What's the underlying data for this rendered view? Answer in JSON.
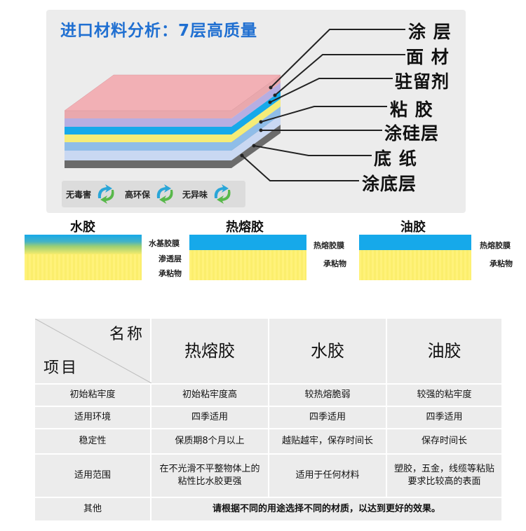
{
  "title": "进口材料分析：7层高质量",
  "layers": [
    "涂 层",
    "面 材",
    "驻留剂",
    "粘 胶",
    "涂硅层",
    "底 纸",
    "涂底层"
  ],
  "eco_tags": [
    "无毒害",
    "高环保",
    "无异味"
  ],
  "glues": [
    {
      "name": "水胶",
      "labels": [
        "水基胶膜",
        "渗透层",
        "承粘物"
      ]
    },
    {
      "name": "热熔胶",
      "labels": [
        "热熔胶膜",
        "承粘物"
      ]
    },
    {
      "name": "油胶",
      "labels": [
        "热熔胶膜",
        "承粘物"
      ]
    }
  ],
  "table": {
    "corner_top": "名称",
    "corner_bottom": "项目",
    "headers": [
      "热熔胶",
      "水胶",
      "油胶"
    ],
    "rows": [
      {
        "label": "初始粘牢度",
        "cells": [
          "初始粘牢度高",
          "较热熔脆弱",
          "较强的粘牢度"
        ]
      },
      {
        "label": "适用环境",
        "cells": [
          "四季适用",
          "四季适用",
          "四季适用"
        ]
      },
      {
        "label": "稳定性",
        "cells": [
          "保质期8个月以上",
          "越贴越牢，保存时间长",
          "保存时间长"
        ]
      },
      {
        "label": "适用范围",
        "cells": [
          "在不光滑不平整物体上的粘性比水胶更强",
          "适用于任何材料",
          "塑胶，五金，线缆等粘贴要求比较高的表面"
        ]
      }
    ],
    "other_label": "其他",
    "other_note": "请根据不同的用途选择不同的材质，以达到更好的效果。"
  }
}
